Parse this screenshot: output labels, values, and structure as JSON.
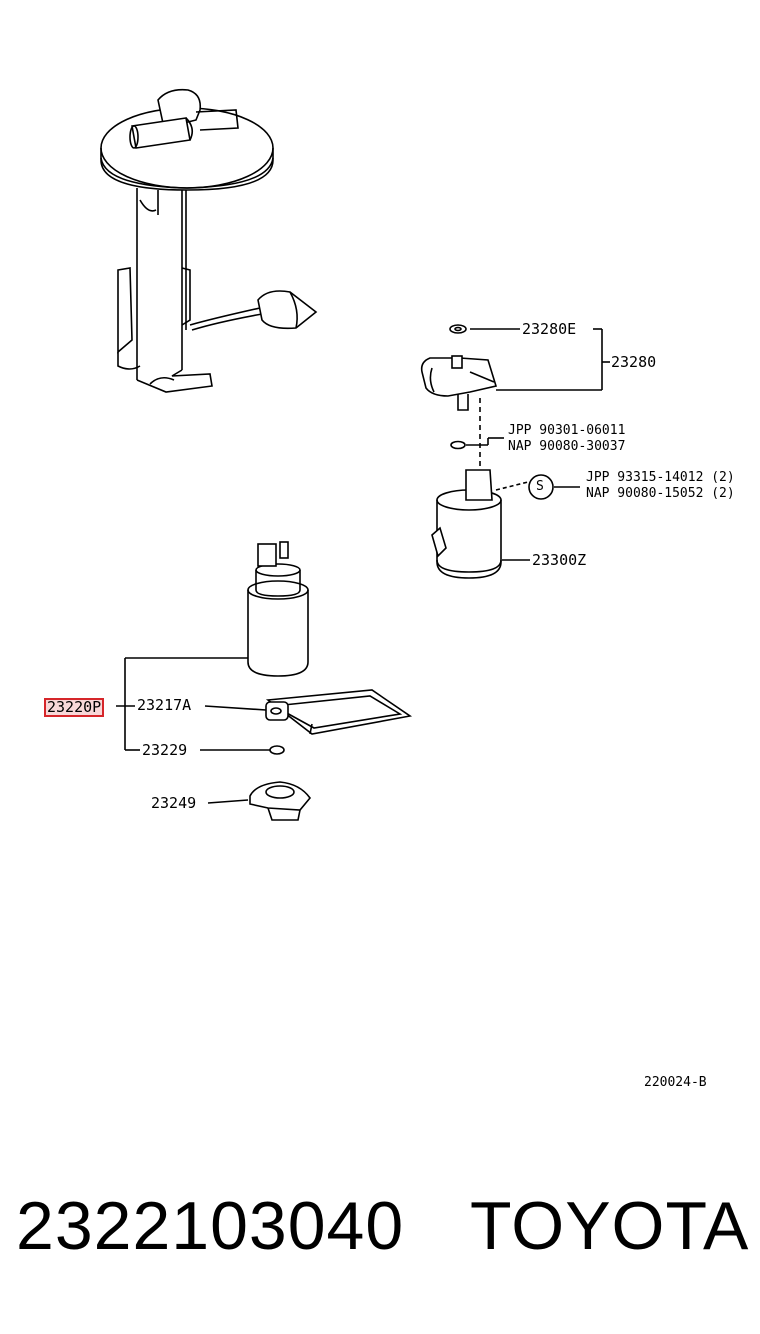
{
  "parts": {
    "p23280e": "23280E",
    "p23280": "23280",
    "jpp1": "JPP 90301-06011",
    "nap1": "NAP 90080-30037",
    "s_symbol": "S",
    "jpp2": "JPP 93315-14012 (2)",
    "nap2": "NAP 90080-15052 (2)",
    "p23300z": "23300Z",
    "p23220p": "23220P",
    "p23217a": "23217A",
    "p23229": "23229",
    "p23249": "23249"
  },
  "drawing_no": "220024-B",
  "footer": {
    "part_number": "2322103040",
    "brand": "TOYOTA"
  },
  "colors": {
    "highlight": "#d6262a",
    "line": "#000000"
  }
}
